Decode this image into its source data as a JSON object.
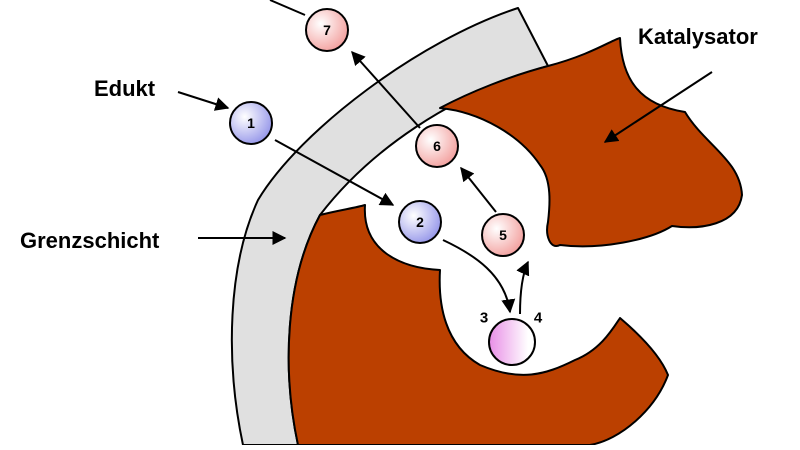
{
  "labels": {
    "edukt": "Edukt",
    "katalysator": "Katalysator",
    "grenzschicht": "Grenzschicht"
  },
  "steps": [
    {
      "n": "1",
      "kind": "edukt"
    },
    {
      "n": "2",
      "kind": "edukt"
    },
    {
      "n": "5",
      "kind": "produkt"
    },
    {
      "n": "6",
      "kind": "produkt"
    },
    {
      "n": "7",
      "kind": "produkt"
    }
  ],
  "surface_steps": {
    "adsorption": "3",
    "reaction": "4"
  },
  "colors": {
    "catalyst": "#bb4000",
    "boundary_layer": "#e0e0e0",
    "edukt": "#8f90e8",
    "produkt": "#f29a98",
    "adsorbed": "#e88ee6",
    "outline": "#000000"
  }
}
